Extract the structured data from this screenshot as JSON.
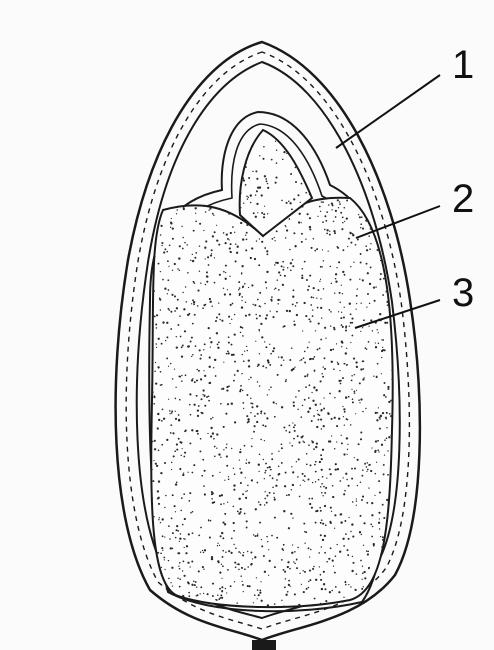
{
  "diagram": {
    "labels": [
      {
        "id": "1",
        "text": "1"
      },
      {
        "id": "2",
        "text": "2"
      },
      {
        "id": "3",
        "text": "3"
      }
    ],
    "colors": {
      "ink": "#1a1a1a",
      "paper": "#ffffff",
      "stipple": "#2a2a2a"
    }
  }
}
